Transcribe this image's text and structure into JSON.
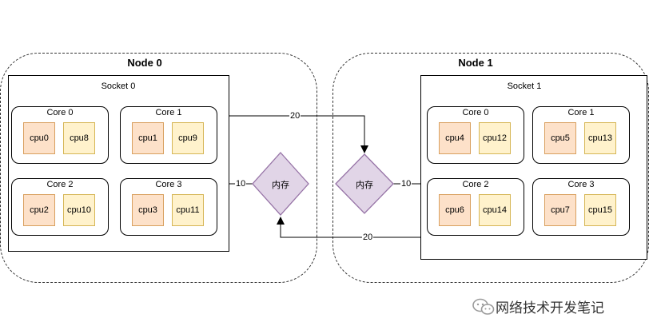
{
  "nodes": [
    {
      "label": "Node 0",
      "socket": "Socket 0",
      "cores": [
        {
          "label": "Core 0",
          "cpus": [
            "cpu0",
            "cpu8"
          ]
        },
        {
          "label": "Core 1",
          "cpus": [
            "cpu1",
            "cpu9"
          ]
        },
        {
          "label": "Core 2",
          "cpus": [
            "cpu2",
            "cpu10"
          ]
        },
        {
          "label": "Core 3",
          "cpus": [
            "cpu3",
            "cpu11"
          ]
        }
      ],
      "memory": "内存"
    },
    {
      "label": "Node 1",
      "socket": "Socket 1",
      "cores": [
        {
          "label": "Core 0",
          "cpus": [
            "cpu4",
            "cpu12"
          ]
        },
        {
          "label": "Core 1",
          "cpus": [
            "cpu5",
            "cpu13"
          ]
        },
        {
          "label": "Core 2",
          "cpus": [
            "cpu6",
            "cpu14"
          ]
        },
        {
          "label": "Core 3",
          "cpus": [
            "cpu7",
            "cpu15"
          ]
        }
      ],
      "memory": "内存"
    }
  ],
  "links": {
    "socket0_to_mem0": "10",
    "socket1_to_mem1": "10",
    "socket0_to_mem1": "20",
    "socket1_to_mem0": "20"
  },
  "colors": {
    "cpu_primary_fill": "#fde1c9",
    "cpu_secondary_fill": "#fff2cc",
    "memory_fill": "#e1d5e7",
    "memory_stroke": "#9673a6"
  },
  "watermark": {
    "icon": "wechat-icon",
    "text": "网络技术开发笔记"
  }
}
